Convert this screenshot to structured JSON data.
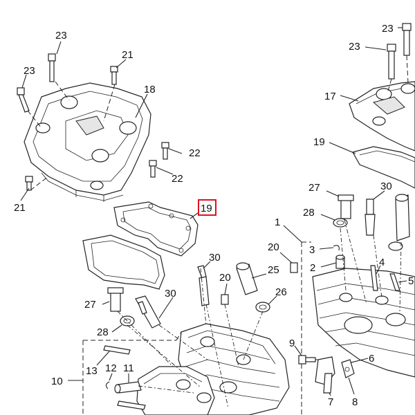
{
  "diagram": {
    "highlighted_callout": "19",
    "highlight_color": "#e0101a",
    "callouts": [
      {
        "id": "c23a",
        "text": "23"
      },
      {
        "id": "c21a",
        "text": "21"
      },
      {
        "id": "c23b",
        "text": "23"
      },
      {
        "id": "c18",
        "text": "18"
      },
      {
        "id": "c22a",
        "text": "22"
      },
      {
        "id": "c22b",
        "text": "22"
      },
      {
        "id": "c21b",
        "text": "21"
      },
      {
        "id": "c19",
        "text": "19"
      },
      {
        "id": "c30a",
        "text": "30"
      },
      {
        "id": "c20a",
        "text": "20"
      },
      {
        "id": "c30b",
        "text": "30"
      },
      {
        "id": "c27a",
        "text": "27"
      },
      {
        "id": "c28a",
        "text": "28"
      },
      {
        "id": "c25",
        "text": "25"
      },
      {
        "id": "c26",
        "text": "26"
      },
      {
        "id": "c13",
        "text": "13"
      },
      {
        "id": "c12",
        "text": "12"
      },
      {
        "id": "c11",
        "text": "11"
      },
      {
        "id": "c10",
        "text": "10"
      },
      {
        "id": "c23c",
        "text": "23"
      },
      {
        "id": "c23d",
        "text": "23"
      },
      {
        "id": "c17",
        "text": "17"
      },
      {
        "id": "c19r",
        "text": "19"
      },
      {
        "id": "c27b",
        "text": "27"
      },
      {
        "id": "c30c",
        "text": "30"
      },
      {
        "id": "c28b",
        "text": "28"
      },
      {
        "id": "c1",
        "text": "1"
      },
      {
        "id": "c20b",
        "text": "20"
      },
      {
        "id": "c3",
        "text": "3"
      },
      {
        "id": "c2",
        "text": "2"
      },
      {
        "id": "c4",
        "text": "4"
      },
      {
        "id": "c5",
        "text": "5"
      },
      {
        "id": "c9",
        "text": "9"
      },
      {
        "id": "c6",
        "text": "6"
      },
      {
        "id": "c7",
        "text": "7"
      },
      {
        "id": "c8",
        "text": "8"
      }
    ]
  }
}
